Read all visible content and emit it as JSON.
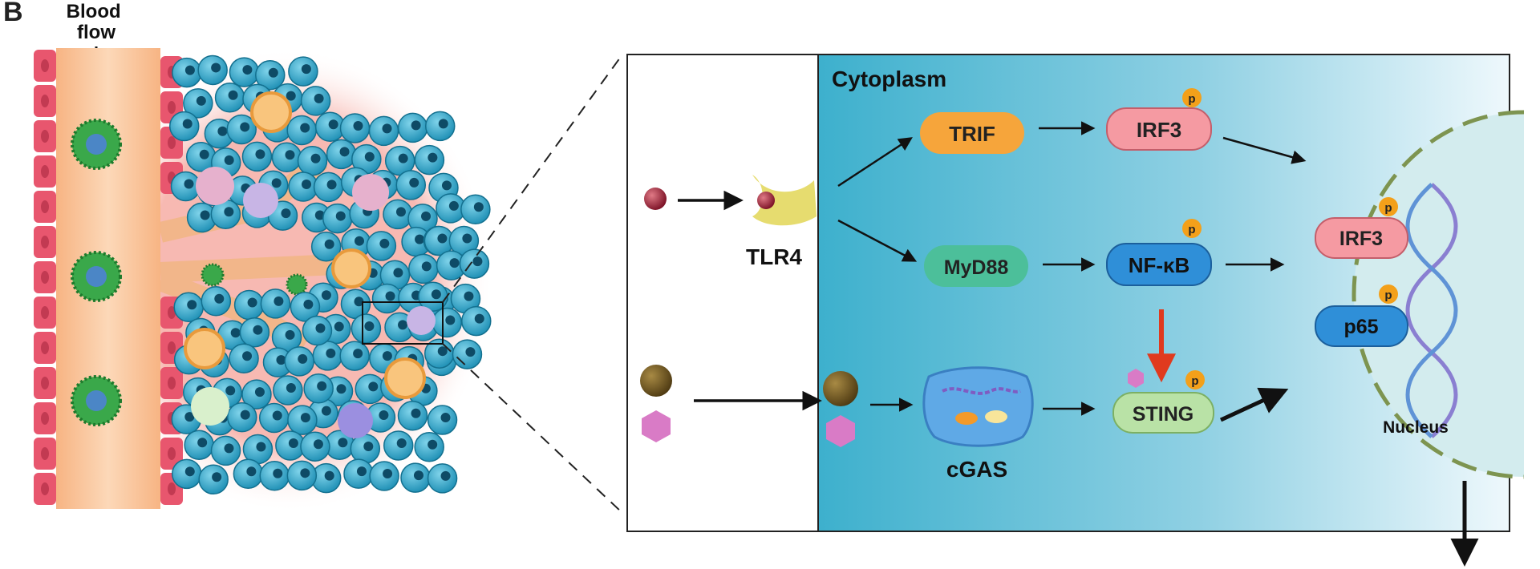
{
  "panel_label": "B",
  "blood_flow_label": "Blood\nflow",
  "cytoplasm_label": "Cytoplasm",
  "tlr4_label": "TLR4",
  "trif_label": "TRIF",
  "irf3_label": "IRF3",
  "myd88_label": "MyD88",
  "nfkb_label": "NF-κB",
  "cgas_label": "cGAS",
  "sting_label": "STING",
  "nucleus_irf3_label": "IRF3",
  "nucleus_p65_label": "p65",
  "nucleus_label": "Nucleus",
  "phospho_label": "p",
  "colors": {
    "vessel_wall": "#e8566e",
    "vessel_lumen": "#f8c49a",
    "tumor_cell": "#2aa7c9",
    "cytoplasm_dark": "#3fb2cf",
    "cytoplasm_light": "#eaf6fb",
    "trif": "#f6a53b",
    "irf3": "#f59aa2",
    "myd88": "#4cbf9a",
    "nfkb": "#2f8fd8",
    "sting": "#b9e2a6",
    "nucleus_fill": "#d0eaeb",
    "nucleus_border": "#7d9450",
    "phospho": "#f3a01a",
    "inhibit_arrow": "#e03a1e"
  }
}
